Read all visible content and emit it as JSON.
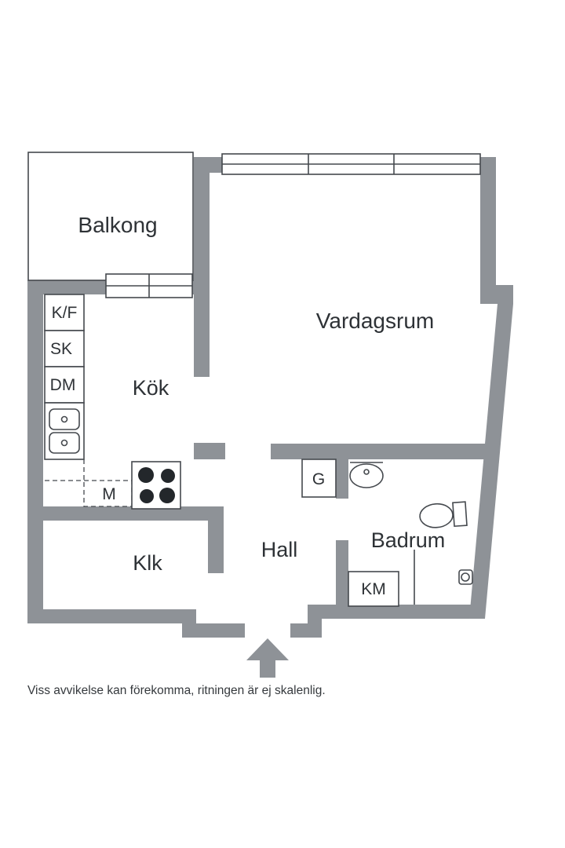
{
  "colors": {
    "wall": "#8e9297",
    "line": "#45494e",
    "text": "#2e3236",
    "bg": "#ffffff"
  },
  "rooms": {
    "balkong": "Balkong",
    "vardagsrum": "Vardagsrum",
    "kok": "Kök",
    "hall": "Hall",
    "klk": "Klk",
    "badrum": "Badrum"
  },
  "fixtures": {
    "kf": "K/F",
    "sk": "SK",
    "dm": "DM",
    "m": "M",
    "g": "G",
    "km": "KM"
  },
  "footer": {
    "disclaimer": "Viss avvikelse kan förekomma, ritningen är ej skalenlig."
  }
}
